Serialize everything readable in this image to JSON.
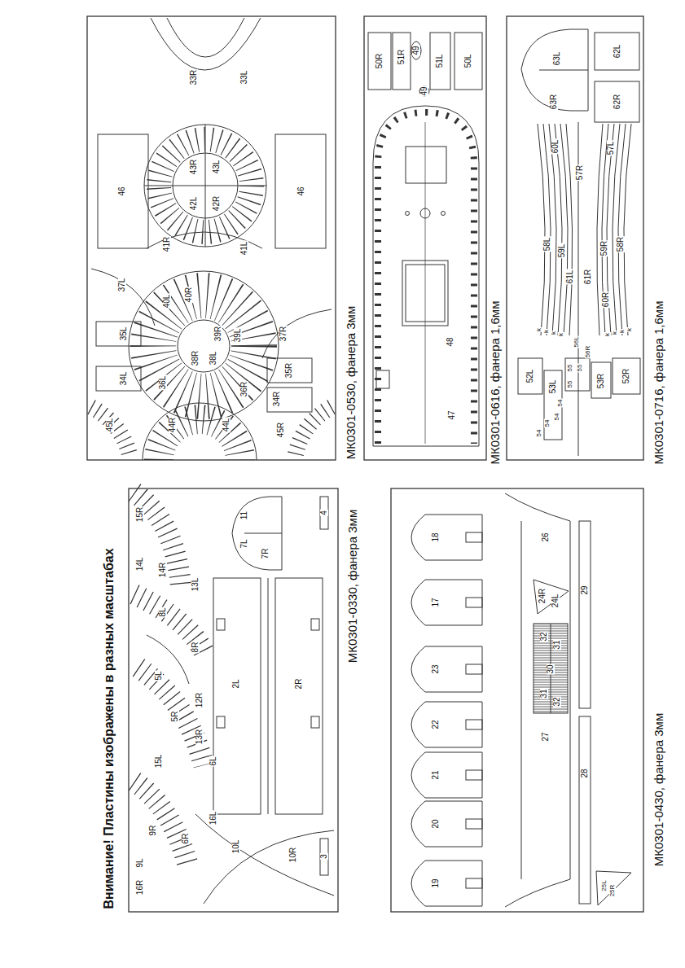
{
  "diagram": {
    "labels": [
      "33R",
      "33L",
      "43R",
      "43L",
      "42L",
      "42R",
      "46",
      "46",
      "41R",
      "41L",
      "37L",
      "40L",
      "40R",
      "39R",
      "39L",
      "37R",
      "35L",
      "35R",
      "34L",
      "34R",
      "36L",
      "36R",
      "38R",
      "38L",
      "44R",
      "44L",
      "45L",
      "45R",
      "МК0301-0530, фанера 3мм",
      "50R",
      "51R",
      "49",
      "49",
      "51L",
      "50L",
      "48",
      "47",
      "МК0301-0616, фанера 1,6мм",
      "63L",
      "62L",
      "63R",
      "62R",
      "60L",
      "57L",
      "57R",
      "58L",
      "59L",
      "61L",
      "59R",
      "58R",
      "61R",
      "60R",
      "k",
      "k",
      "k",
      "k",
      "k",
      "k",
      "k",
      "k",
      "52L",
      "53L",
      "54",
      "54",
      "54",
      "54",
      "55",
      "55",
      "55",
      "56L",
      "56R",
      "53R",
      "52R",
      "МК0301-0716, фанера 1,6мм",
      "15R",
      "14L",
      "14R",
      "8L",
      "13L",
      "11",
      "7L",
      "7R",
      "4",
      "8R",
      "5L",
      "12R",
      "2L",
      "2R",
      "5R",
      "13R",
      "15L",
      "6L",
      "9R",
      "9L",
      "16R",
      "6R",
      "16L",
      "10L",
      "10R",
      "3",
      "МК0301-0330, фанера 3мм",
      "18",
      "17",
      "23",
      "22",
      "21",
      "20",
      "19",
      "26",
      "24R",
      "24L",
      "29",
      "32",
      "31",
      "30",
      "31",
      "32",
      "27",
      "28",
      "25L",
      "25R",
      "МК0301-0430, фанера 3мм",
      "Внимание! Пластины изображены в разных масштабах"
    ]
  }
}
